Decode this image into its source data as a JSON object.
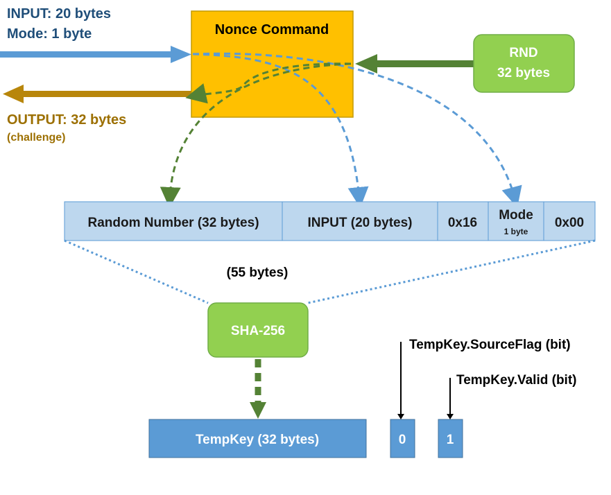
{
  "input_label": {
    "line1": "INPUT: 20 bytes",
    "line2": "Mode: 1 byte"
  },
  "output_label": {
    "line1": "OUTPUT: 32 bytes",
    "line2": "(challenge)"
  },
  "nonce_command": "Nonce Command",
  "rnd": {
    "line1": "RND",
    "line2": "32 bytes"
  },
  "buffer_fields": {
    "random_number": "Random Number (32 bytes)",
    "input": "INPUT (20 bytes)",
    "opcode": "0x16",
    "mode": "Mode",
    "mode_size": "1 byte",
    "zero": "0x00"
  },
  "buffer_size": "(55 bytes)",
  "sha256": "SHA-256",
  "tempkey": "TempKey (32 bytes)",
  "source_flag": {
    "value": "0",
    "label": "TempKey.SourceFlag (bit)"
  },
  "valid_flag": {
    "value": "1",
    "label": "TempKey.Valid (bit)"
  },
  "colors": {
    "blue_arrow": "#5b9bd5",
    "gold_arrow": "#b8860b",
    "green_arrow": "#548235",
    "nonce_fill": "#ffc000",
    "rnd_fill": "#92d050",
    "buffer_fill": "#bdd7ee",
    "tempkey_fill": "#5b9bd5"
  }
}
